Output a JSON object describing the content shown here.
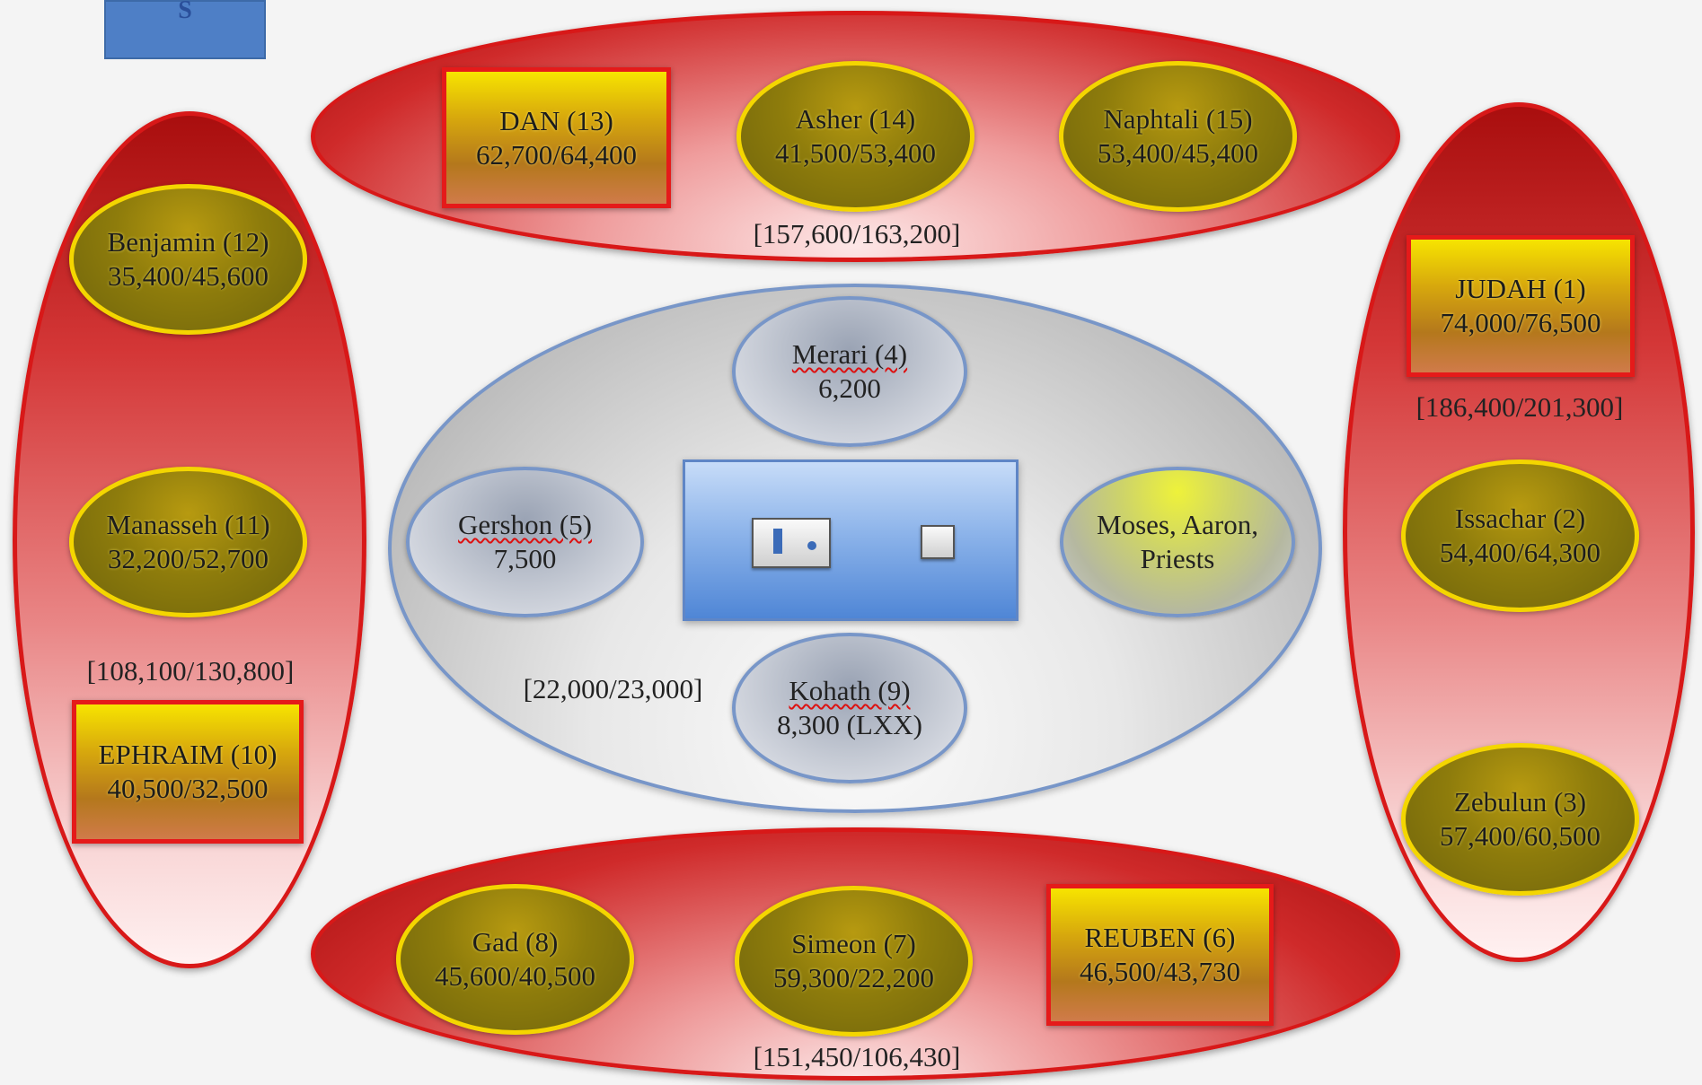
{
  "corner_label": "S",
  "north": {
    "total": "[157,600/163,200]",
    "tribes": [
      {
        "name": "DAN (13)",
        "count": "62,700/64,400",
        "leader": true
      },
      {
        "name": "Asher (14)",
        "count": "41,500/53,400",
        "leader": false
      },
      {
        "name": "Naphtali (15)",
        "count": "53,400/45,400",
        "leader": false
      }
    ]
  },
  "west": {
    "total": "[108,100/130,800]",
    "tribes": [
      {
        "name": "Benjamin (12)",
        "count": "35,400/45,600",
        "leader": false
      },
      {
        "name": "Manasseh (11)",
        "count": "32,200/52,700",
        "leader": false
      },
      {
        "name": "EPHRAIM (10)",
        "count": "40,500/32,500",
        "leader": true
      }
    ]
  },
  "east": {
    "total": "[186,400/201,300]",
    "tribes": [
      {
        "name": "JUDAH (1)",
        "count": "74,000/76,500",
        "leader": true
      },
      {
        "name": "Issachar (2)",
        "count": "54,400/64,300",
        "leader": false
      },
      {
        "name": "Zebulun (3)",
        "count": "57,400/60,500",
        "leader": false
      }
    ]
  },
  "south": {
    "total": "[151,450/106,430]",
    "tribes": [
      {
        "name": "Gad (8)",
        "count": "45,600/40,500",
        "leader": false
      },
      {
        "name": "Simeon (7)",
        "count": "59,300/22,200",
        "leader": false
      },
      {
        "name": "REUBEN (6)",
        "count": "46,500/43,730",
        "leader": true
      }
    ]
  },
  "levites": {
    "total": "[22,000/23,000]",
    "clans": [
      {
        "name": "Merari (4)",
        "count": "6,200"
      },
      {
        "name": "Gershon (5)",
        "count": "7,500"
      },
      {
        "name": "Kohath (9)",
        "count": "8,300 (LXX)"
      }
    ],
    "priests": {
      "line1": "Moses, Aaron,",
      "line2": "Priests"
    }
  },
  "colors": {
    "camp_red": "#d81818",
    "tribe_gold": "#f4d600",
    "levite_blue": "#7896c8",
    "tabernacle_blue": "#4f86d6"
  }
}
